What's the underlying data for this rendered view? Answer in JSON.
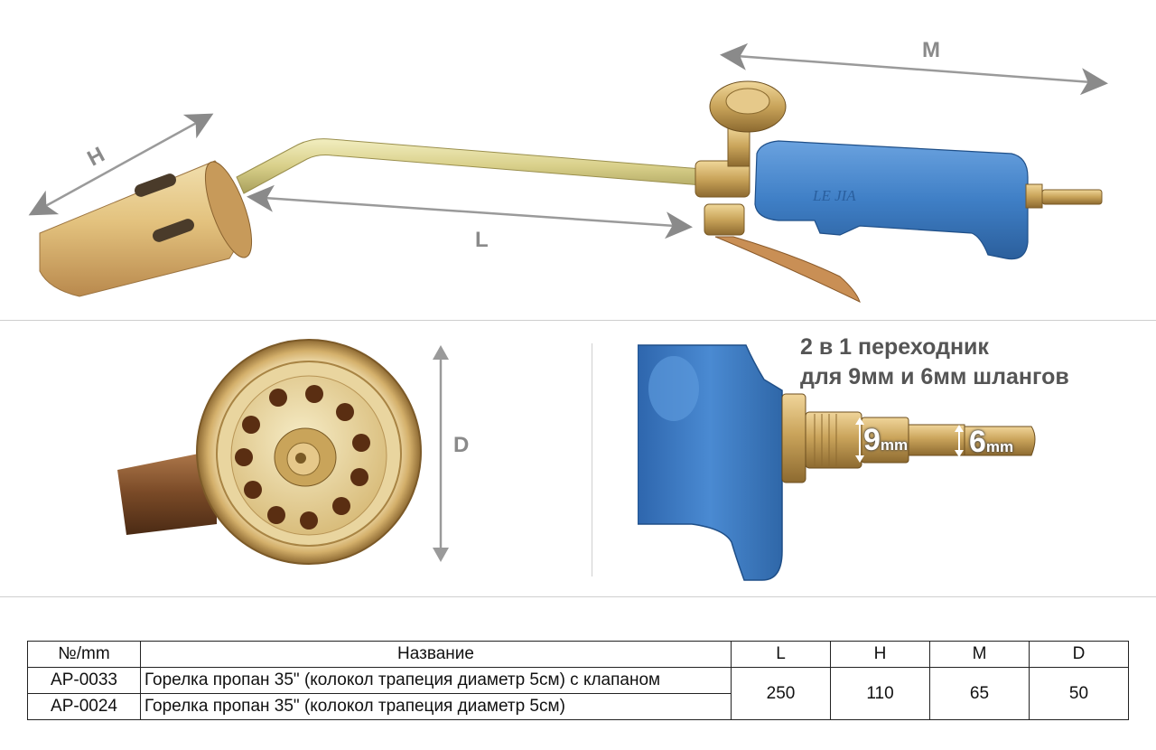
{
  "dimensions": {
    "h": "H",
    "l": "L",
    "m": "M",
    "d": "D"
  },
  "adapter": {
    "title_line1": "2 в 1 переходник",
    "title_line2": "для 9мм и 6мм шлангов",
    "size_9": "9",
    "size_6": "6",
    "unit": "mm"
  },
  "handle_logo": "LE  JIA",
  "table": {
    "headers": [
      "№/mm",
      "Название",
      "L",
      "H",
      "M",
      "D"
    ],
    "rows": [
      {
        "code": "AP-0033",
        "name": "Горелка пропан 35\" (колокол трапеция диаметр 5см) с клапаном"
      },
      {
        "code": "AP-0024",
        "name": "Горелка пропан 35\" (колокол трапеция диаметр 5см)"
      }
    ],
    "shared": {
      "l": "250",
      "h": "110",
      "m": "65",
      "d": "50"
    }
  },
  "colors": {
    "handle_blue": "#3f7fc6",
    "brass": "#c9a45a",
    "steel_tube": "#d6cf8a",
    "dimension_gray": "#8a8a8a"
  }
}
